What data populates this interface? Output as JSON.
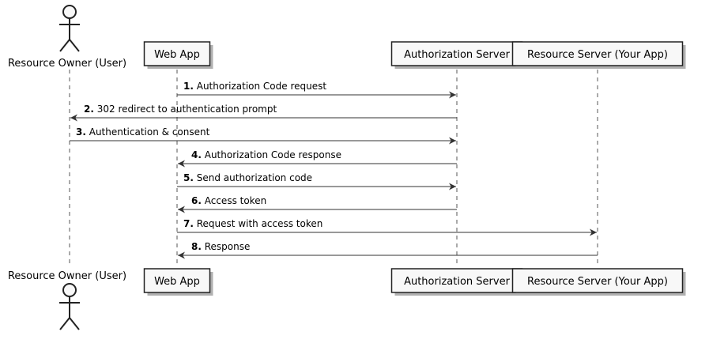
{
  "participants": [
    {
      "id": "user",
      "label": "Resource Owner (User)",
      "kind": "actor"
    },
    {
      "id": "web",
      "label": "Web App",
      "kind": "box"
    },
    {
      "id": "auth",
      "label": "Authorization Server",
      "kind": "box"
    },
    {
      "id": "rs",
      "label": "Resource Server (Your App)",
      "kind": "box"
    }
  ],
  "messages": [
    {
      "num": "1.",
      "text": "Authorization Code request",
      "from": "web",
      "to": "auth"
    },
    {
      "num": "2.",
      "text": "302 redirect to authentication prompt",
      "from": "auth",
      "to": "user"
    },
    {
      "num": "3.",
      "text": "Authentication & consent",
      "from": "user",
      "to": "auth"
    },
    {
      "num": "4.",
      "text": "Authorization Code response",
      "from": "auth",
      "to": "web"
    },
    {
      "num": "5.",
      "text": "Send authorization code",
      "from": "web",
      "to": "auth"
    },
    {
      "num": "6.",
      "text": "Access token",
      "from": "auth",
      "to": "web"
    },
    {
      "num": "7.",
      "text": "Request with access token",
      "from": "web",
      "to": "rs"
    },
    {
      "num": "8.",
      "text": "Response",
      "from": "rs",
      "to": "web"
    }
  ],
  "colors": {
    "box_fill": "#f8f8f8",
    "box_stroke": "#222222",
    "shadow": "#b0b0b0",
    "lifeline": "#555555",
    "arrow": "#333333",
    "actor_fill": "#f8f8f8"
  }
}
